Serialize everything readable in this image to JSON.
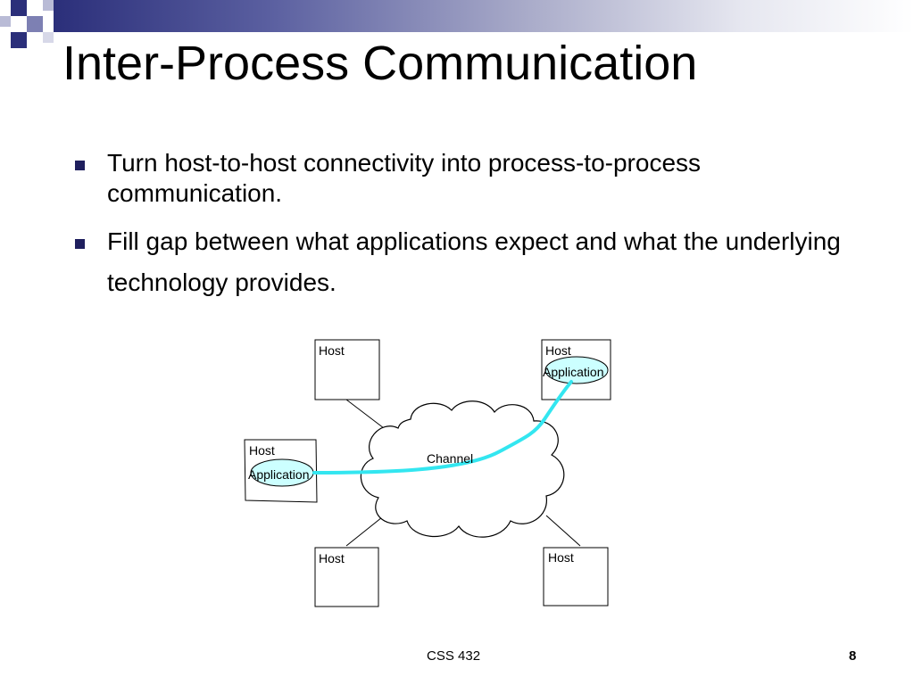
{
  "slide": {
    "title": "Inter-Process Communication",
    "bullets": [
      "Turn host-to-host connectivity into process-to-process communication.",
      "Fill  gap between what applications expect and what the underlying technology provides."
    ]
  },
  "diagram": {
    "channel_label": "Channel",
    "hosts": [
      {
        "label": "Host"
      },
      {
        "label": "Host",
        "application_label": "Application"
      },
      {
        "label": "Host",
        "application_label": "Application"
      },
      {
        "label": "Host"
      },
      {
        "label": "Host"
      }
    ],
    "colors": {
      "process_link": "#33e6f0",
      "application_fill": "#ccffff",
      "bullet": "#1f1f5e"
    }
  },
  "footer": {
    "course": "CSS 432",
    "page_number": "8"
  }
}
